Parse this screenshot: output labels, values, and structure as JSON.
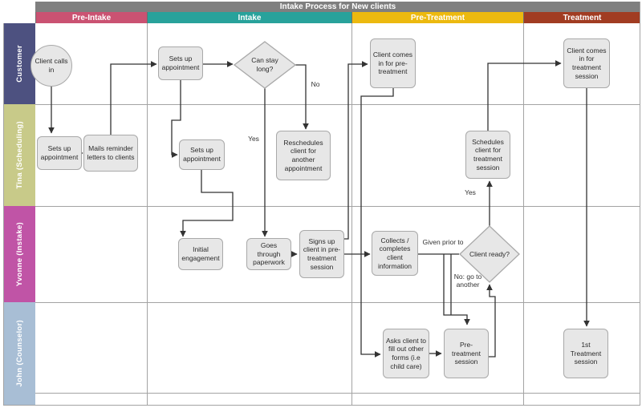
{
  "title": "Intake Process for New clients",
  "phases": [
    {
      "label": "Pre-Intake",
      "color": "#ca5272"
    },
    {
      "label": "Intake",
      "color": "#28a29b"
    },
    {
      "label": "Pre-Treatment",
      "color": "#ecb90f"
    },
    {
      "label": "Treatment",
      "color": "#a13c22"
    }
  ],
  "lanes": [
    {
      "label": "Customer",
      "color": "#4d5180"
    },
    {
      "label": "Tina (Scheduling)",
      "color": "#c8ca89"
    },
    {
      "label": "Yvonne (Instake)",
      "color": "#c054a6"
    },
    {
      "label": "John (Counselor)",
      "color": "#a8bed5"
    }
  ],
  "nodes": {
    "client_calls_in": {
      "label": "Client calls in"
    },
    "sets_up_appt_customer": {
      "label": "Sets up appointment"
    },
    "can_stay_long": {
      "label": "Can stay long?"
    },
    "client_comes_pre": {
      "label": "Client comes in for pre-treatment"
    },
    "client_comes_treatment": {
      "label": "Client comes in for treatment session"
    },
    "sets_up_appt_tina": {
      "label": "Sets up appointment"
    },
    "mails_reminder": {
      "label": "Mails reminder letters to clients"
    },
    "sets_up_appt_intake": {
      "label": "Sets up appointment"
    },
    "reschedules_client": {
      "label": "Reschedules client for another appointment"
    },
    "schedules_client": {
      "label": "Schedules client for treatment session"
    },
    "initial_engagement": {
      "label": "Initial engagement"
    },
    "goes_through_paperwork": {
      "label": "Goes through paperwork"
    },
    "signs_up_client": {
      "label": "Signs up client in pre-treatment session"
    },
    "collects_info": {
      "label": "Collects / completes client information"
    },
    "client_ready": {
      "label": "Client ready?"
    },
    "asks_client_forms": {
      "label": "Asks client to fill out other forms (i.e child care)"
    },
    "pretreatment_session": {
      "label": "Pre-treatment session"
    },
    "first_treatment": {
      "label": "1st Treatment session"
    }
  },
  "edge_labels": {
    "yes_intake": "Yes",
    "no_intake": "No",
    "given_prior_to": "Given prior to",
    "no_go_to_another": "No: go to another",
    "yes_pretreatment": "Yes"
  }
}
